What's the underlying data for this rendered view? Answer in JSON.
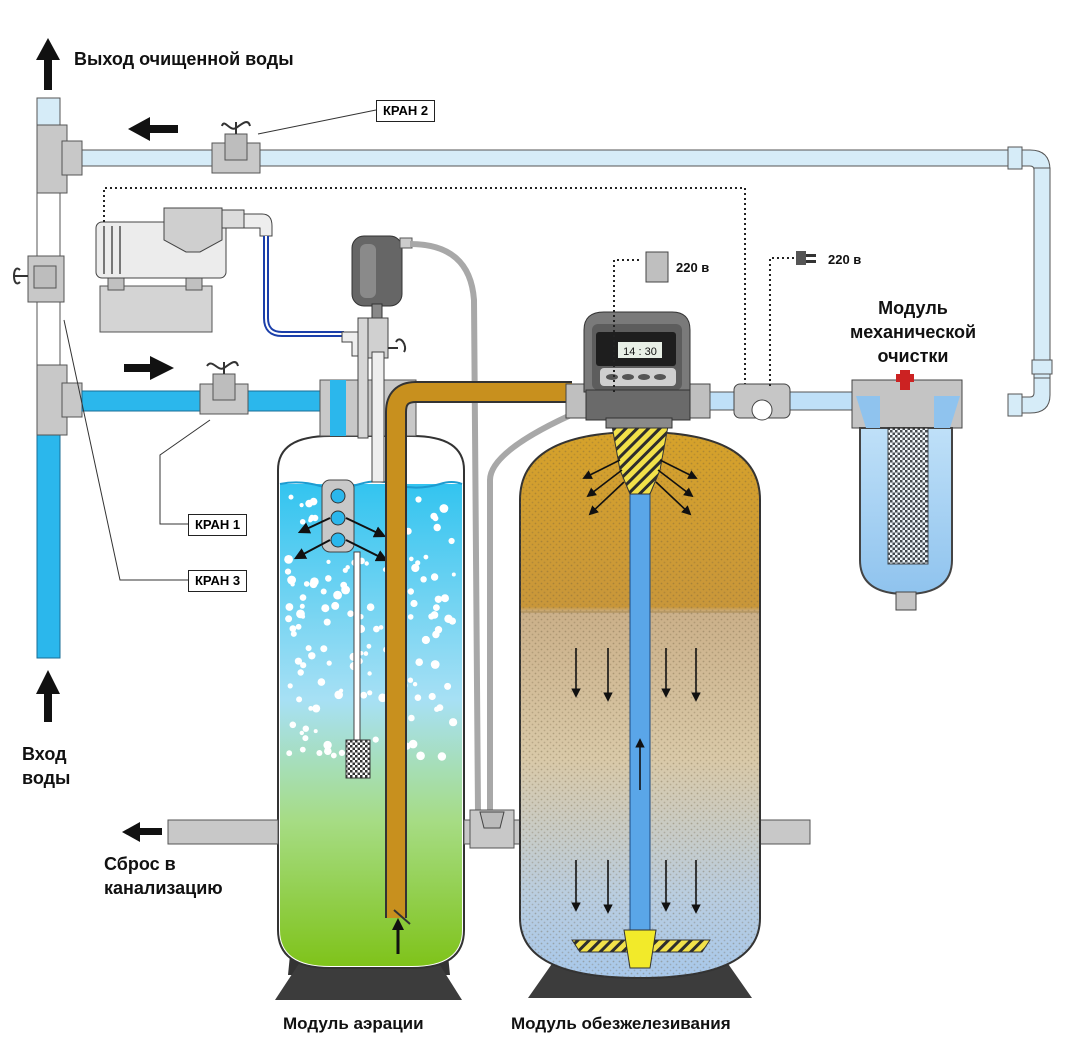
{
  "labels": {
    "output": "Выход очищенной воды",
    "input_line1": "Вход",
    "input_line2": "воды",
    "drain_line1": "Сброс в",
    "drain_line2": "канализацию",
    "aeration": "Модуль аэрации",
    "iron_removal": "Модуль обезжелезивания",
    "mech_line1": "Модуль",
    "mech_line2": "механической",
    "mech_line3": "очистки",
    "valve1": "КРАН 1",
    "valve2": "КРАН 2",
    "valve3": "КРАН 3",
    "power1": "220 в",
    "power2": "220 в",
    "display": "14 : 30"
  },
  "colors": {
    "clean_water_pipe": "#d6ecf8",
    "raw_water_pipe": "#2bb7ec",
    "rust_pipe": "#c8901e",
    "fitting_gray": "#c8c8c8",
    "air_line": "#1b3faa",
    "aeration_top": "#35c3ef",
    "aeration_bottom": "#86c61e",
    "iron_media": "#d19d10",
    "filter_body": "#a9cdf0"
  },
  "icons": [
    "arrow-icon",
    "valve-icon",
    "compressor-icon",
    "controller-icon",
    "plug-icon",
    "power-box-icon"
  ]
}
